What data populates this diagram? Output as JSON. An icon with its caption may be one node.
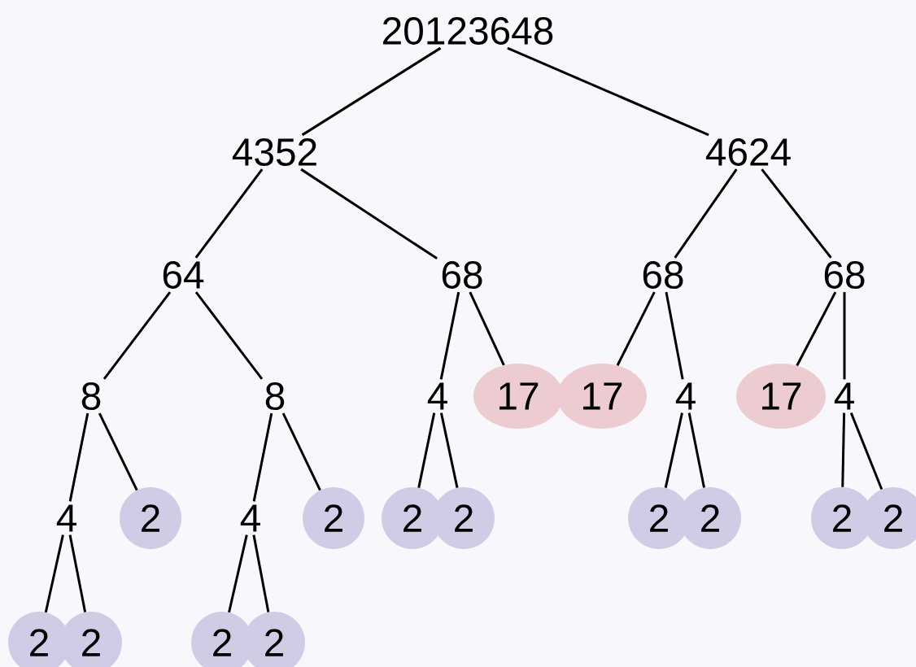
{
  "diagram": {
    "nodes": [
      {
        "text": [
          "20123648"
        ]
      },
      {
        "text": [
          "4352"
        ]
      },
      {
        "text": [
          "4624"
        ]
      },
      {
        "text": [
          "64"
        ]
      },
      {
        "text": [
          "68"
        ]
      },
      {
        "text": [
          "68"
        ]
      },
      {
        "text": [
          "68"
        ]
      },
      {
        "text": [
          "8"
        ]
      },
      {
        "text": [
          "8"
        ]
      },
      {
        "text": [
          "4"
        ]
      },
      {
        "text": [
          "17"
        ]
      },
      {
        "text": [
          "17"
        ]
      },
      {
        "text": [
          "4"
        ]
      },
      {
        "text": [
          "17"
        ]
      },
      {
        "text": [
          "4"
        ]
      },
      {
        "text": [
          "4"
        ]
      },
      {
        "text": [
          "2"
        ]
      },
      {
        "text": [
          "4"
        ]
      },
      {
        "text": [
          "2"
        ]
      },
      {
        "text": [
          "2"
        ]
      },
      {
        "text": [
          "2"
        ]
      },
      {
        "text": [
          "2"
        ]
      },
      {
        "text": [
          "2"
        ]
      },
      {
        "text": [
          "2"
        ]
      },
      {
        "text": [
          "2"
        ]
      },
      {
        "text": [
          "2"
        ]
      },
      {
        "text": [
          "2"
        ]
      },
      {
        "text": [
          "2"
        ]
      },
      {
        "text": [
          "2"
        ]
      }
    ],
    "edges": [
      {
        "from": 0,
        "to": 1,
        "arrow": "none"
      },
      {
        "from": 0,
        "to": 2,
        "arrow": "none"
      },
      {
        "from": 1,
        "to": 3,
        "arrow": "none"
      },
      {
        "from": 1,
        "to": 4,
        "arrow": "none"
      },
      {
        "from": 2,
        "to": 5,
        "arrow": "none"
      },
      {
        "from": 2,
        "to": 6,
        "arrow": "none"
      },
      {
        "from": 3,
        "to": 7,
        "arrow": "none"
      },
      {
        "from": 3,
        "to": 8,
        "arrow": "none"
      },
      {
        "from": 4,
        "to": 9,
        "arrow": "none"
      },
      {
        "from": 4,
        "to": 10,
        "arrow": "none"
      },
      {
        "from": 5,
        "to": 11,
        "arrow": "none"
      },
      {
        "from": 5,
        "to": 12,
        "arrow": "none"
      },
      {
        "from": 6,
        "to": 13,
        "arrow": "none"
      },
      {
        "from": 6,
        "to": 14,
        "arrow": "none"
      },
      {
        "from": 7,
        "to": 15,
        "arrow": "none"
      },
      {
        "from": 7,
        "to": 16,
        "arrow": "none"
      },
      {
        "from": 8,
        "to": 17,
        "arrow": "none"
      },
      {
        "from": 8,
        "to": 18,
        "arrow": "none"
      },
      {
        "from": 9,
        "to": 19,
        "arrow": "none"
      },
      {
        "from": 9,
        "to": 20,
        "arrow": "none"
      },
      {
        "from": 12,
        "to": 21,
        "arrow": "none"
      },
      {
        "from": 12,
        "to": 22,
        "arrow": "none"
      },
      {
        "from": 14,
        "to": 23,
        "arrow": "none"
      },
      {
        "from": 14,
        "to": 24,
        "arrow": "none"
      },
      {
        "from": 15,
        "to": 25,
        "arrow": "none"
      },
      {
        "from": 15,
        "to": 26,
        "arrow": "none"
      },
      {
        "from": 17,
        "to": 27,
        "arrow": "none"
      },
      {
        "from": 17,
        "to": 28,
        "arrow": "none"
      }
    ]
  }
}
